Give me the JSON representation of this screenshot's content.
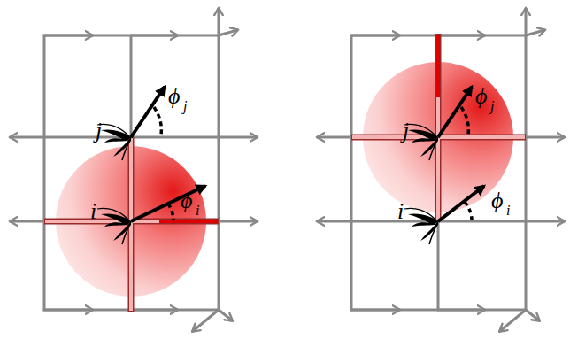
{
  "diagram": {
    "labels": [
      "j",
      "i",
      "ϕ",
      "j",
      "ϕ",
      "i",
      "j",
      "i",
      "ϕ",
      "j",
      "ϕ",
      "i"
    ]
  }
}
